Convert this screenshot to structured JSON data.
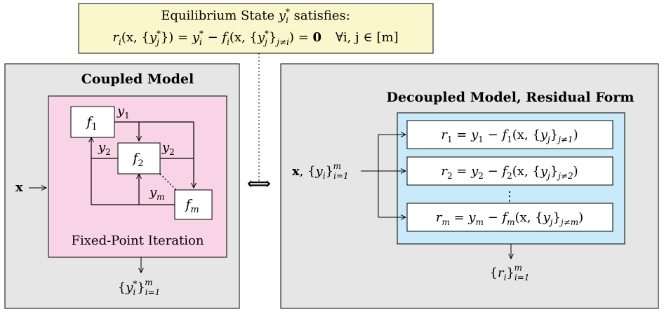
{
  "equilibrium": {
    "line1_pre": "Equilibrium State ",
    "line1_var": "y",
    "line1_sub": "i",
    "line1_sup": "*",
    "line1_post": " satisfies:",
    "line2_a": "r",
    "line2_a_sub": "i",
    "line2_b": "(x, {",
    "line2_c": "y",
    "line2_c_sub": "j",
    "line2_c_sup": "*",
    "line2_d": "}) = ",
    "line2_e": "y",
    "line2_e_sub": "i",
    "line2_e_sup": "*",
    "line2_f": " − ",
    "line2_g": "f",
    "line2_g_sub": "i",
    "line2_h": "(x, {",
    "line2_i": "y",
    "line2_i_sub": "j",
    "line2_i_sup": "*",
    "line2_j": "}",
    "line2_j_sub": "j≠i",
    "line2_k": ") = ",
    "line2_zero": "0",
    "line2_forall": "∀i, j ∈ [m]"
  },
  "coupled": {
    "title": "Coupled Model",
    "input": "x",
    "nodes": [
      {
        "fn": "f",
        "sub": "1"
      },
      {
        "fn": "f",
        "sub": "2"
      },
      {
        "fn": "f",
        "sub": "m"
      }
    ],
    "edge_labels": [
      {
        "var": "y",
        "sub": "1"
      },
      {
        "var": "y",
        "sub": "2"
      },
      {
        "var": "y",
        "sub": "2"
      },
      {
        "var": "y",
        "sub": "m"
      }
    ],
    "caption": "Fixed-Point Iteration",
    "output": {
      "open": "{",
      "var": "y",
      "sub": "i",
      "sup_star": "*",
      "close": "}",
      "range_sub": "i=1",
      "range_sup": "m"
    }
  },
  "equivalence_symbol": "⟺",
  "decoupled": {
    "title": "Decoupled Model, Residual Form",
    "input": {
      "x": "x",
      "mid": ", {",
      "var": "y",
      "sub": "i",
      "close": "}",
      "range_sub": "i=1",
      "range_sup": "m"
    },
    "residuals": [
      {
        "r": "r",
        "idx": "1",
        "eq": " = ",
        "y": "y",
        "minus": " − ",
        "f": "f",
        "args": "(x, {",
        "yj": "y",
        "j": "j",
        "close": "}",
        "cond": "j≠1",
        "end": ")"
      },
      {
        "r": "r",
        "idx": "2",
        "eq": " = ",
        "y": "y",
        "minus": " − ",
        "f": "f",
        "args": "(x, {",
        "yj": "y",
        "j": "j",
        "close": "}",
        "cond": "j≠2",
        "end": ")"
      },
      {
        "r": "r",
        "idx": "m",
        "eq": " = ",
        "y": "y",
        "minus": " − ",
        "f": "f",
        "args": "(x, {",
        "yj": "y",
        "j": "j",
        "close": "}",
        "cond": "j≠m",
        "end": ")"
      }
    ],
    "vdots": "⋮",
    "output": {
      "open": "{",
      "var": "r",
      "sub": "i",
      "close": "}",
      "range_sub": "i=1",
      "range_sup": "m"
    }
  },
  "colors": {
    "panel_fill": "#e6e6e6",
    "pink_fill": "#f8d4e6",
    "blue_fill": "#c9eaf8",
    "note_fill": "#fbf7cc",
    "stroke": "#000000"
  }
}
